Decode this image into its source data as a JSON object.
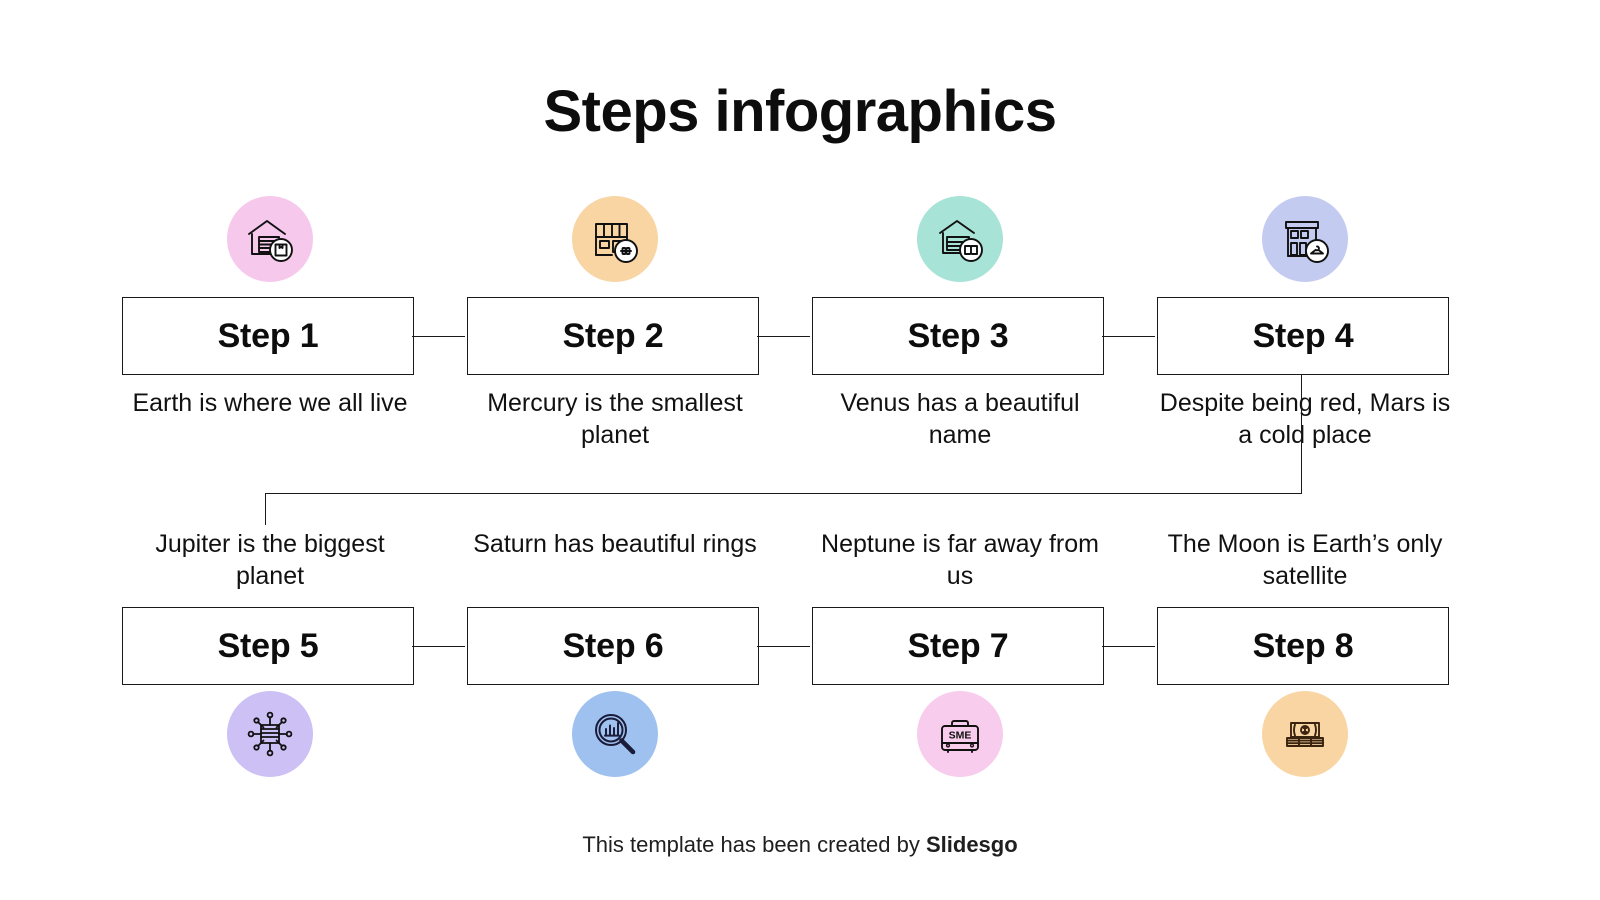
{
  "slide": {
    "title": "Steps infographics",
    "background": "#ffffff"
  },
  "rows": {
    "top": {
      "steps": [
        {
          "label": "Step 1",
          "description": "Earth is where we all live",
          "icon_name": "warehouse-package-icon",
          "circle_color": "#f6c8ec"
        },
        {
          "label": "Step 2",
          "description": "Mercury is the smallest planet",
          "icon_name": "storefront-dumbbell-icon",
          "circle_color": "#f8d5a3"
        },
        {
          "label": "Step 3",
          "description": "Venus has a beautiful name",
          "icon_name": "warehouse-book-icon",
          "circle_color": "#a8e3d7"
        },
        {
          "label": "Step 4",
          "description": "Despite being red, Mars is a cold place",
          "icon_name": "shop-hanger-icon",
          "circle_color": "#c3cbf0"
        }
      ]
    },
    "bottom": {
      "steps": [
        {
          "label": "Step 5",
          "description": "Jupiter is the biggest planet",
          "icon_name": "network-chip-icon",
          "circle_color": "#cdc0f5"
        },
        {
          "label": "Step 6",
          "description": "Saturn has beautiful rings",
          "icon_name": "magnifier-barchart-icon",
          "circle_color": "#9ec1ef"
        },
        {
          "label": "Step 7",
          "description": "Neptune is far away from us",
          "icon_name": "briefcase-sme-icon",
          "circle_color": "#f8ccec",
          "icon_text": "SME"
        },
        {
          "label": "Step 8",
          "description": "The Moon is Earth’s only satellite",
          "icon_name": "money-stack-icon",
          "circle_color": "#f8d5a3"
        }
      ]
    }
  },
  "footer": {
    "prefix": "This template has been created by ",
    "brand": "Slidesgo"
  },
  "colors": {
    "line": "#1a1a1a",
    "text": "#111111",
    "icon_stroke": "#111111"
  }
}
